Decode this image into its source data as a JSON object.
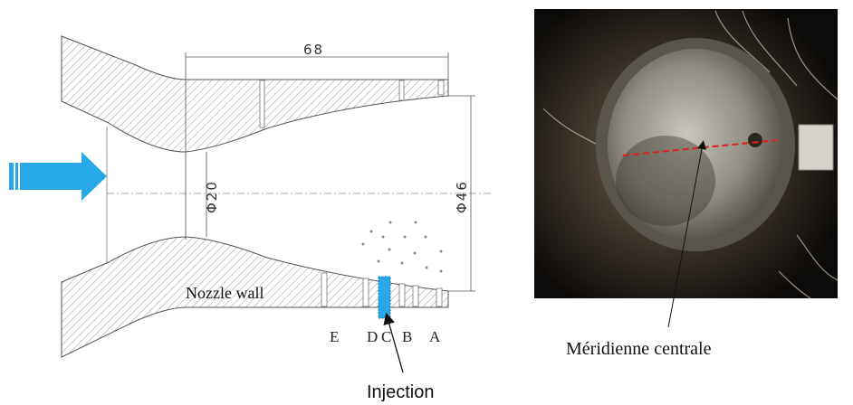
{
  "nozzle_drawing": {
    "length_dimension": "68",
    "throat_diameter": "Φ20",
    "exit_diameter": "Φ46",
    "wall_label": "Nozzle wall",
    "stations": [
      "E",
      "D",
      "C",
      "B",
      "A"
    ],
    "injection_label": "Injection"
  },
  "photo": {
    "meridian_label": "Méridienne  centrale"
  },
  "colors": {
    "flow_arrow": "#29a8e8",
    "injection_marker": "#29a8e8",
    "meridian_line": "#e0201c"
  }
}
